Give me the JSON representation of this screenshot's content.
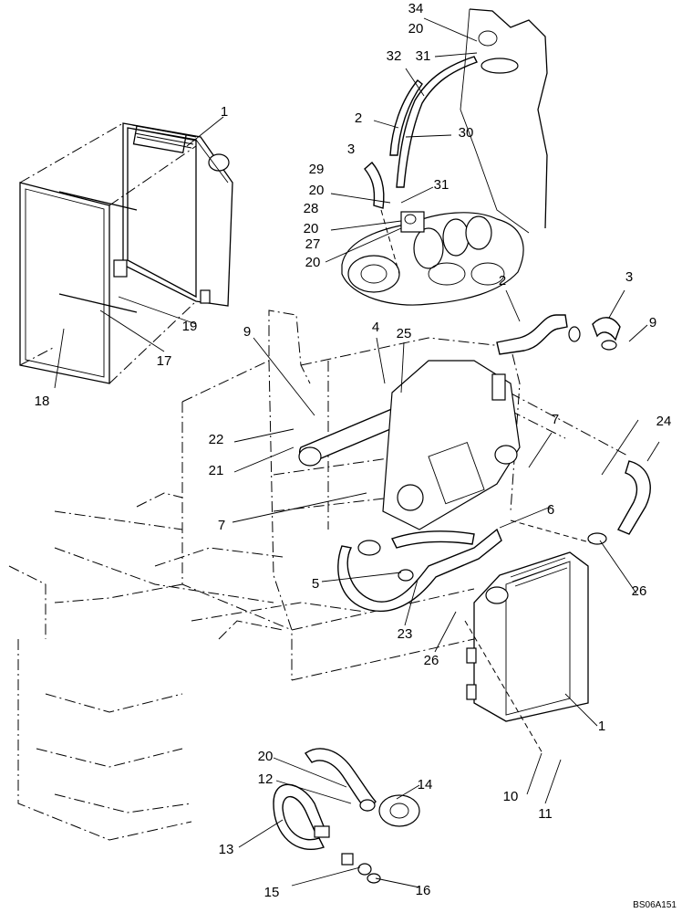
{
  "drawing_code": "BS06A151",
  "callouts": [
    {
      "id": "c-34",
      "label": "34"
    },
    {
      "id": "c-20-a",
      "label": "20"
    },
    {
      "id": "c-32",
      "label": "32"
    },
    {
      "id": "c-31-a",
      "label": "31"
    },
    {
      "id": "c-2-a",
      "label": "2"
    },
    {
      "id": "c-30",
      "label": "30"
    },
    {
      "id": "c-3-a",
      "label": "3"
    },
    {
      "id": "c-29",
      "label": "29"
    },
    {
      "id": "c-20-b",
      "label": "20"
    },
    {
      "id": "c-31-b",
      "label": "31"
    },
    {
      "id": "c-28",
      "label": "28"
    },
    {
      "id": "c-20-c",
      "label": "20"
    },
    {
      "id": "c-27",
      "label": "27"
    },
    {
      "id": "c-20-d",
      "label": "20"
    },
    {
      "id": "c-1-a",
      "label": "1"
    },
    {
      "id": "c-19",
      "label": "19"
    },
    {
      "id": "c-17",
      "label": "17"
    },
    {
      "id": "c-18",
      "label": "18"
    },
    {
      "id": "c-2-b",
      "label": "2"
    },
    {
      "id": "c-3-b",
      "label": "3"
    },
    {
      "id": "c-9-a",
      "label": "9"
    },
    {
      "id": "c-9-b",
      "label": "9"
    },
    {
      "id": "c-4",
      "label": "4"
    },
    {
      "id": "c-25",
      "label": "25"
    },
    {
      "id": "c-22",
      "label": "22"
    },
    {
      "id": "c-21",
      "label": "21"
    },
    {
      "id": "c-7-a",
      "label": "7"
    },
    {
      "id": "c-24",
      "label": "24"
    },
    {
      "id": "c-7-b",
      "label": "7"
    },
    {
      "id": "c-6",
      "label": "6"
    },
    {
      "id": "c-26-a",
      "label": "26"
    },
    {
      "id": "c-5",
      "label": "5"
    },
    {
      "id": "c-23",
      "label": "23"
    },
    {
      "id": "c-26-b",
      "label": "26"
    },
    {
      "id": "c-1-b",
      "label": "1"
    },
    {
      "id": "c-20-e",
      "label": "20"
    },
    {
      "id": "c-12",
      "label": "12"
    },
    {
      "id": "c-14",
      "label": "14"
    },
    {
      "id": "c-10",
      "label": "10"
    },
    {
      "id": "c-11",
      "label": "11"
    },
    {
      "id": "c-13",
      "label": "13"
    },
    {
      "id": "c-15",
      "label": "15"
    },
    {
      "id": "c-16",
      "label": "16"
    }
  ]
}
